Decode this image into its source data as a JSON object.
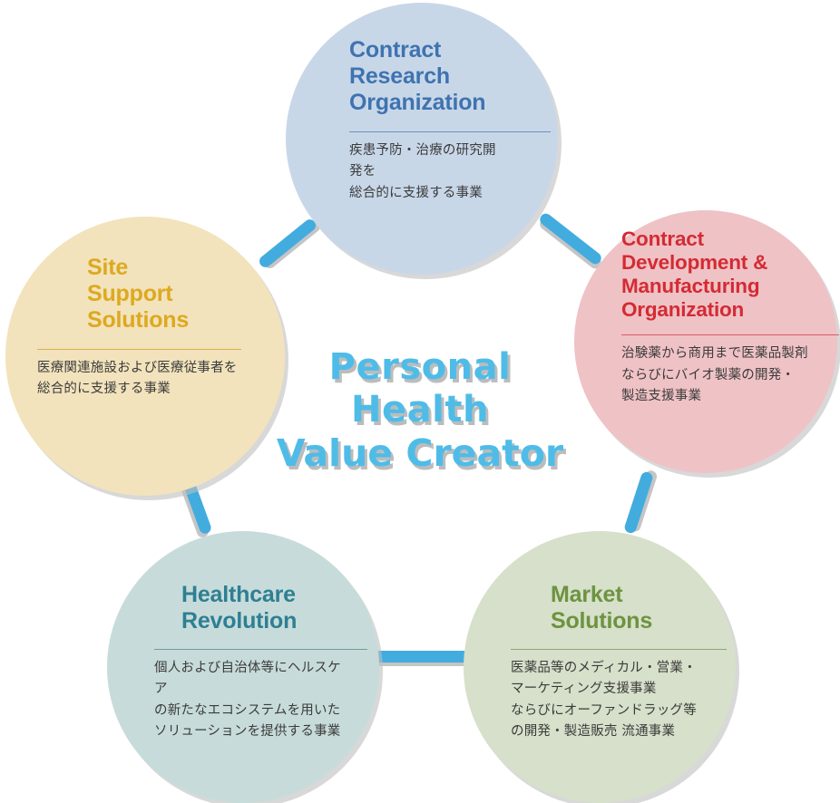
{
  "center": {
    "line1": "Personal",
    "line2": "Health",
    "line3": "Value Creator",
    "color": "#4FBCE8"
  },
  "connector": {
    "color": "#42ACDF"
  },
  "nodes": [
    {
      "id": "contract-research-organization",
      "title": "Contract\nResearch\nOrganization",
      "title_lines": [
        "Contract",
        "Research",
        "Organization"
      ],
      "description": "疾患予防・治療の研究開発を\n総合的に支援する事業",
      "description_lines": [
        "疾患予防・治療の研究開発を",
        "総合的に支援する事業"
      ],
      "bg_color": "#C8D7E8",
      "title_color": "#3F73B0"
    },
    {
      "id": "contract-development-manufacturing-organization",
      "title": "Contract\nDevelopment &\nManufacturing\nOrganization",
      "title_lines": [
        "Contract",
        "Development &",
        "Manufacturing",
        "Organization"
      ],
      "description": "治験薬から商用まで医薬品製剤\nならびにバイオ製薬の開発・\n製造支援事業",
      "description_lines": [
        "治験薬から商用まで医薬品製剤",
        "ならびにバイオ製薬の開発・",
        "製造支援事業"
      ],
      "bg_color": "#EFC2C6",
      "title_color": "#D42B33"
    },
    {
      "id": "site-support-solutions",
      "title": "Site\nSupport\nSolutions",
      "title_lines": [
        "Site",
        "Support",
        "Solutions"
      ],
      "description": "医療関連施設および医療従事者を\n総合的に支援する事業",
      "description_lines": [
        "医療関連施設および医療従事者を",
        "総合的に支援する事業"
      ],
      "bg_color": "#F2E3BC",
      "title_color": "#DDA920"
    },
    {
      "id": "healthcare-revolution",
      "title": "Healthcare\nRevolution",
      "title_lines": [
        "Healthcare",
        "Revolution"
      ],
      "description": "個人および自治体等にヘルスケア\nの新たなエコシステムを用いた\nソリューションを提供する事業",
      "description_lines": [
        "個人および自治体等にヘルスケア",
        "の新たなエコシステムを用いた",
        "ソリューションを提供する事業"
      ],
      "bg_color": "#C7DCDA",
      "title_color": "#2E7F93"
    },
    {
      "id": "market-solutions",
      "title": "Market\nSolutions",
      "title_lines": [
        "Market",
        "Solutions"
      ],
      "description": "医薬品等のメディカル・営業・\nマーケティング支援事業\nならびにオーファンドラッグ等\nの開発・製造販売 流通事業",
      "description_lines": [
        "医薬品等のメディカル・営業・",
        "マーケティング支援事業",
        "ならびにオーファンドラッグ等",
        "の開発・製造販売 流通事業"
      ],
      "bg_color": "#D6E0CA",
      "title_color": "#6D9340"
    }
  ]
}
